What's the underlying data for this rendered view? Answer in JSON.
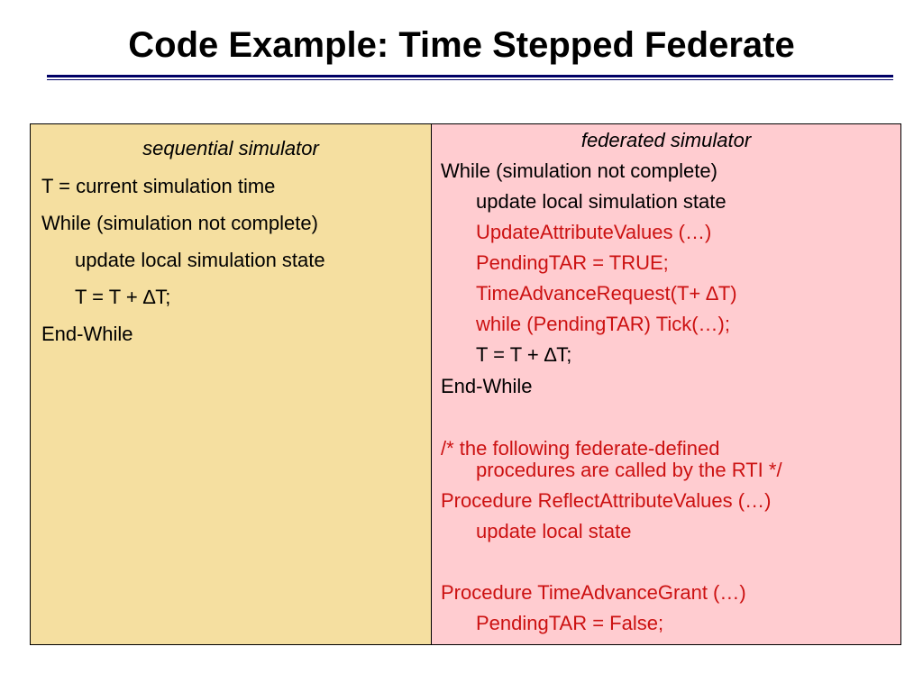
{
  "slide": {
    "title": "Code Example: Time Stepped Federate"
  },
  "left_panel": {
    "heading": "sequential simulator",
    "lines": [
      "T = current simulation time",
      "While (simulation not complete)",
      "update local simulation state",
      "T = T + ∆T;",
      "End-While"
    ]
  },
  "right_panel": {
    "heading": "federated simulator",
    "lines": [
      "While (simulation not complete)",
      "update local simulation state",
      "UpdateAttributeValues (…)",
      "PendingTAR = TRUE;",
      "TimeAdvanceRequest(T+ ∆T)",
      "while (PendingTAR) Tick(…);",
      "T = T + ∆T;",
      "End-While",
      "/* the following federate-defined",
      "procedures are called by the RTI */",
      "Procedure ReflectAttributeValues (…)",
      "update local state",
      "Procedure TimeAdvanceGrant (…)",
      "PendingTAR = False;"
    ]
  },
  "colors": {
    "left_background": "#f5dfa0",
    "right_background": "#ffccd0",
    "code_red": "#cc1111",
    "rule": "#000066"
  }
}
